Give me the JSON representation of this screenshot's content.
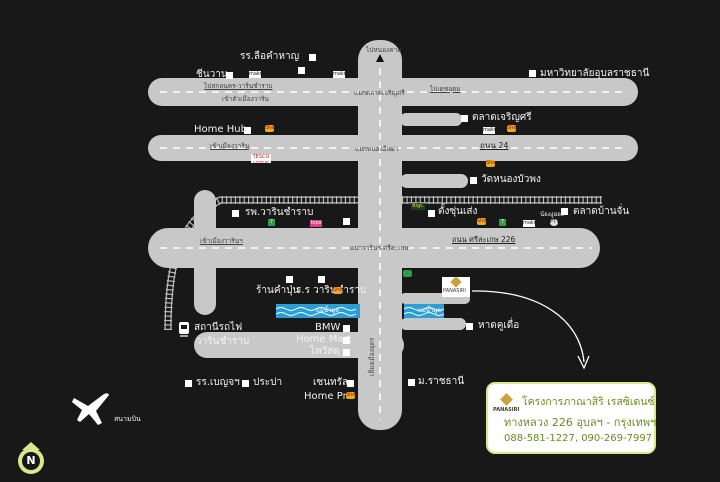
{
  "colors": {
    "background": "#181818",
    "road": "#c8c8c8",
    "river": "#2a9fd6",
    "card_accent": "#6a8c1f",
    "panasiri_gold": "#c9a23a"
  },
  "roads": {
    "vertical_road": "เลี่ยงเมืองอุดร",
    "to_nongkhai": "ไปหนองคาย",
    "road1_name": "แยกตลาดเจริญศรี",
    "road1_to_sakon": "ไปสกลนคร-วารินชำราบ",
    "road1_to_udon": "ไปเดชอุดม",
    "road1_left_small": "เข้าตัวเมืองวาริน",
    "road2_name": "แยกหนองอีเฒ่า",
    "road2_left": "เข้าเมืองวาริน",
    "road2_right": "ถนน 24",
    "road3_name": "แยกวารินฯ-ศรีสะเกษ",
    "road3_left": "เข้าเมืองวารินฯ",
    "road3_right": "ถนน ศรีสะเกษ 226",
    "river_left": "แม่น้ำมูล",
    "river_right": "แม่น้ำมูล"
  },
  "places": {
    "school_liak": "รร.ลือคำหาญ",
    "chinwan": "ชีนวาน",
    "mahawit": "มหาวิทยาลัยอุบลราชธานี",
    "market_jaroensri": "ตลาดเจริญศรี",
    "home_hub": "Home Hub",
    "wat_nongbuapong": "วัดหนองบัวพง",
    "hospital_warin": "รพ.วารินชำราบ",
    "tangchun_seng": "ตั้งซุ่นเส่ง",
    "market_ban_chon": "ตลาดบ้านจั่น",
    "nong_ngo": "น้องงูฮอง",
    "rankhapun": "ร้านคำปุ่น",
    "school_warin": "ร.ร วารินชำราบ",
    "station_line1": "สถานีรถไฟ",
    "station_line2": "วารินชำราบ",
    "bmw": "BMW",
    "home_mart": "Home Mart",
    "thaisasdu": "ไทวัสดุ",
    "hat_kuderm": "หาดคูเดื่อ",
    "school_benja": "รร.เบญจฯ",
    "prapa": "ประปา",
    "central": "เซนทรัล",
    "home_pro": "Home Pro",
    "rajathani": "ม.ราชธานี",
    "airport": "สนามบิน",
    "panasiri_logo": "PANASIRI"
  },
  "logos": {
    "makro": "makro",
    "tops": "tops",
    "tesco": "TESCO LOTUS",
    "bigc": "BigC",
    "shell": "Shell",
    "ptt": "PTT"
  },
  "card": {
    "brand": "PANASIRI",
    "title": "โครงการภาณาสิริ เรสซิเดนซ์",
    "address": "ทางหลวง 226 อุบลฯ - กรุงเทพฯ",
    "phones": "088-581-1227, 090-269-7997"
  },
  "compass": {
    "letter": "N"
  }
}
